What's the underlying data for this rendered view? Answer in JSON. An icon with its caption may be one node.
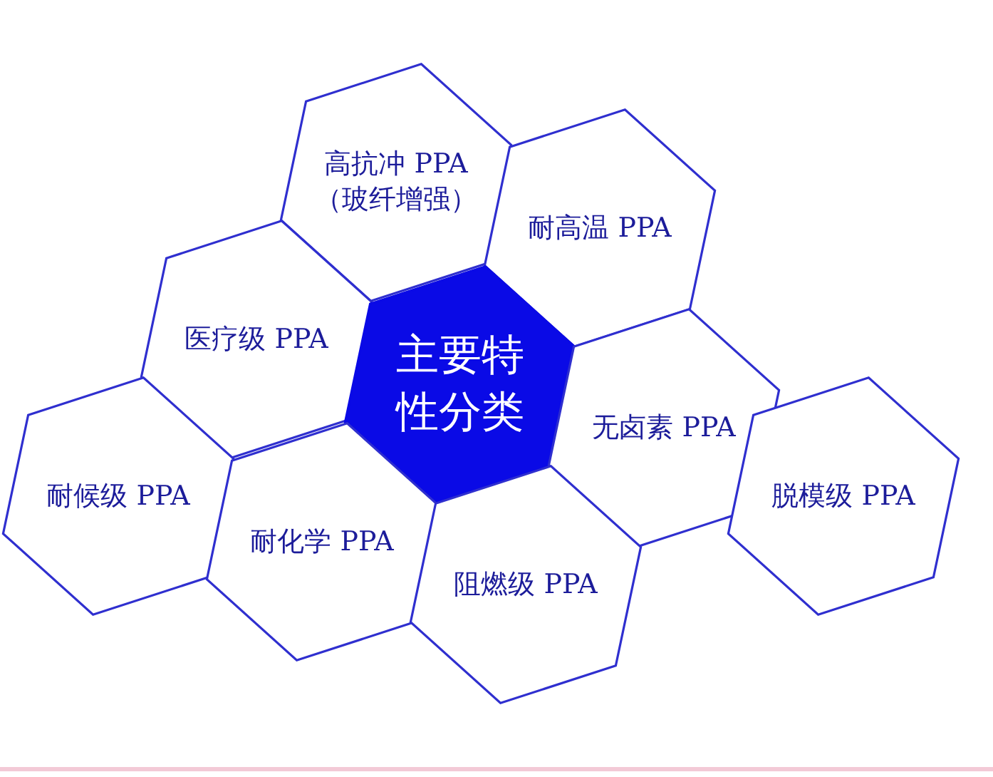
{
  "diagram": {
    "nodes": [
      {
        "text": [
          "高抗冲 PPA",
          "（玻纤增强）"
        ]
      },
      {
        "text": [
          "耐高温 PPA"
        ]
      },
      {
        "text": [
          "医疗级 PPA"
        ]
      },
      {
        "text": [
          "主要特性分类"
        ]
      },
      {
        "text": [
          "耐候级 PPA"
        ]
      },
      {
        "text": [
          "无卤素 PPA"
        ]
      },
      {
        "text": [
          "脱模级 PPA"
        ]
      },
      {
        "text": [
          "耐化学 PPA"
        ]
      },
      {
        "text": [
          "阻燃级 PPA"
        ]
      }
    ]
  }
}
